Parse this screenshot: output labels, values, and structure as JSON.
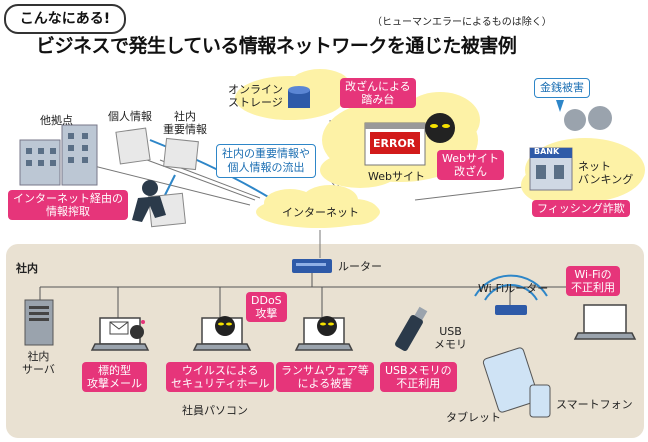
{
  "header": {
    "bubble": "こんなにある!",
    "title": "ビジネスで発生している情報ネットワークを通じた被害例",
    "note": "（ヒューマンエラーによるものは除く）"
  },
  "outside": {
    "branch_office": "他拠点",
    "personal_info": "個人情報",
    "internal_info": "社内\n重要情報",
    "leak_box": "社内の重要情報や\n個人情報の流出",
    "theft_via_internet": "インターネット経由の\n情報搾取",
    "online_storage": "オンライン\nストレージ",
    "tamper_stepping": "改ざんによる\n踏み台",
    "error_banner": "ERROR",
    "website": "Webサイト",
    "website_tamper": "Webサイト\n改ざん",
    "internet": "インターネット",
    "money_damage": "金銭被害",
    "bank_sign": "BANK",
    "net_banking": "ネット\nバンキング",
    "phishing": "フィッシング詐欺"
  },
  "office": {
    "label": "社内",
    "router": "ルーター",
    "server": "社内\nサーバ",
    "targeted_mail": "標的型\n攻撃メール",
    "virus_hole": "ウイルスによる\nセキュリティホール",
    "ddos": "DDoS\n攻撃",
    "ransomware": "ランサムウェア等\nによる被害",
    "employee_pc": "社員パソコン",
    "usb_memory": "USB\nメモリ",
    "usb_misuse": "USBメモリの\n不正利用",
    "wifi_router": "Wi-Fiルーター",
    "wifi_misuse": "Wi-Fiの\n不正利用",
    "tablet": "タブレット",
    "smartphone": "スマートフォン"
  },
  "colors": {
    "accent_pink": "#e6357a",
    "accent_blue": "#2e86c8",
    "office_bg": "#e9e1d2",
    "cloud": "#fdf2a6"
  }
}
